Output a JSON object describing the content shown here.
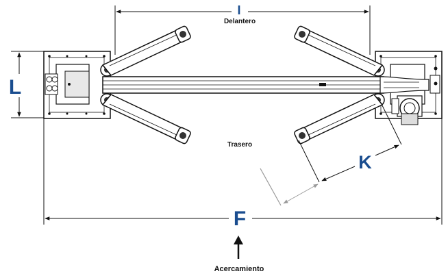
{
  "labels": {
    "dim_top": "I",
    "front": "Delantero",
    "dim_left": "L",
    "rear": "Trasero",
    "dim_arm": "K",
    "dim_overall": "F",
    "approach": "Acercamiento"
  },
  "colors": {
    "dimension_label": "#1a4d8f",
    "line": "#111111",
    "ghost_line": "#9a9a9a"
  }
}
